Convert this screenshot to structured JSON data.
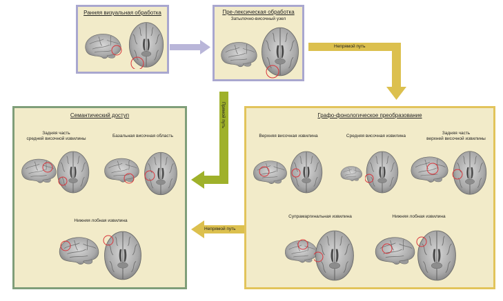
{
  "boxes": {
    "early_visual": {
      "title": "Ранняя визуальная обработка"
    },
    "prelexical": {
      "title": "Пре-лексическая обработка",
      "subtitle": "Затылочно-височный узел"
    },
    "semantic": {
      "title": "Семантический доступ",
      "regions": {
        "posterior_mtg_line1": "Задняя часть",
        "posterior_mtg_line2": "средней височной извилины",
        "basal_temporal": "Базальная височная область",
        "ifg": "Нижняя лобная извилина"
      }
    },
    "grapho": {
      "title": "Графо-фонологическое преобразование",
      "regions": {
        "stg": "Верхняя височная извилина",
        "mtg": "Средняя височная извилина",
        "posterior_stg_line1": "Задняя часть",
        "posterior_stg_line2": "верхней височной извилины",
        "supramarginal": "Супрамаргинальная извилина",
        "ifg": "Нижняя лобная извилина"
      }
    }
  },
  "arrows": {
    "indirect_top": "Непрямой путь",
    "direct": "Прямой путь",
    "indirect_bottom": "Непрямой путь"
  },
  "colors": {
    "box_fill": "#f2ebc9",
    "box_border_blue": "#a9a7cf",
    "box_border_green": "#7f9e79",
    "box_border_gold": "#e2c45b",
    "arrow_lavender": "#b9b6d9",
    "arrow_gold": "#dcc04e",
    "arrow_olive": "#9fb12a",
    "activation_circle": "#d9343a"
  },
  "icons": [
    "brain-sagittal-icon",
    "brain-axial-icon"
  ]
}
